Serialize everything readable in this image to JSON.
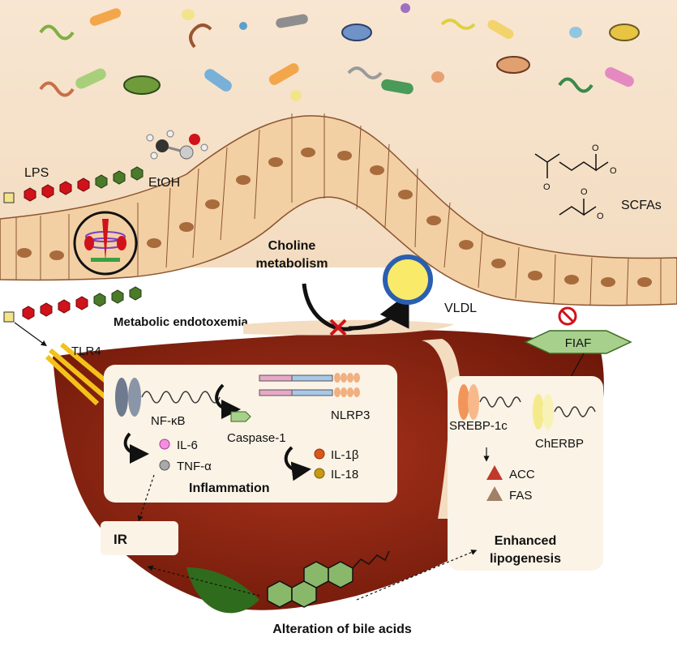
{
  "labels": {
    "lps": "LPS",
    "etoh": "EtOH",
    "scfas": "SCFAs",
    "choline_1": "Choline",
    "choline_2": "metabolism",
    "vldl": "VLDL",
    "endotoxemia": "Metabolic endotoxemia",
    "tlr4": "TLR4",
    "fiaf": "FIAF",
    "nfkb": "NF-κB",
    "nlrp3": "NLRP3",
    "caspase": "Caspase-1",
    "il6": "IL-6",
    "tnfa": "TNF-α",
    "il1b": "IL-1β",
    "il18": "IL-18",
    "inflammation": "Inflammation",
    "ir": "IR",
    "srebp": "SREBP-1c",
    "cherbp": "ChERBP",
    "acc": "ACC",
    "fas": "FAS",
    "lipo_1": "Enhanced",
    "lipo_2": "lipogenesis",
    "bile": "Alteration of bile acids",
    "o_minus": "O",
    "minus": "-"
  },
  "colors": {
    "lumen": "#f6e3cc",
    "cell": "#f3cfa4",
    "nucleus": "#a86b3c",
    "liver": "#7a1f10",
    "liver_light": "#9e3a22",
    "panel": "#fbf3e6",
    "gall": "#2f6b1c",
    "lps_red": "#d0121b",
    "lps_green": "#4a7a2a",
    "fiaf": "#a8d08d",
    "il6": "#f58ee0",
    "tnfa": "#a9a9a9",
    "il1b": "#d8581a",
    "il18": "#c79a10",
    "acc": "#c0392b",
    "fas": "#a08066",
    "srebp": "#f2955a",
    "cherbp": "#f4ea8b",
    "nfkb": "#6f7a8f"
  }
}
